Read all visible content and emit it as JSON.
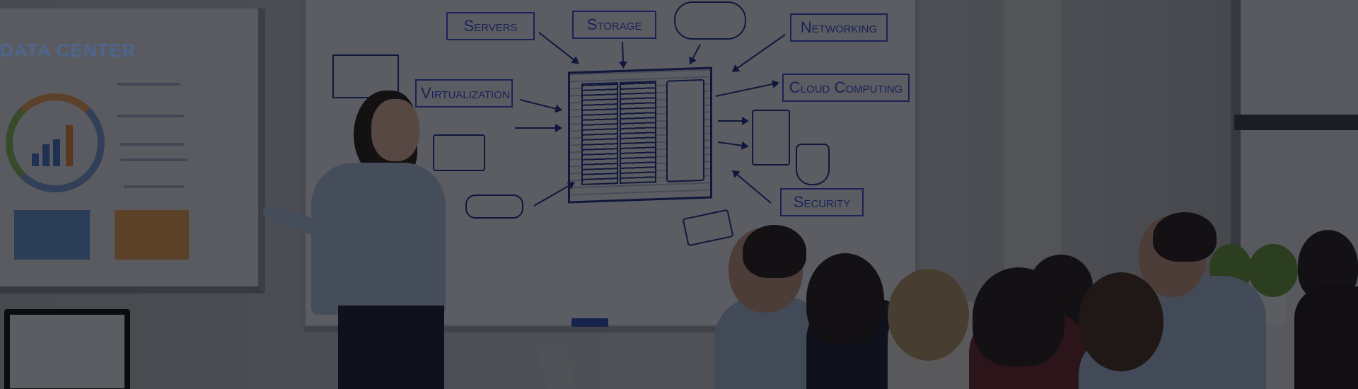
{
  "projector": {
    "title": "DATA CENTER"
  },
  "whiteboard": {
    "labels": {
      "servers": "Servers",
      "storage": "Storage",
      "networking": "Networking",
      "virtualization": "Virtualization",
      "cloud_computing": "Cloud Computing",
      "security": "Security"
    }
  },
  "colors": {
    "ink": "#22308a",
    "overlay": "rgba(8,10,16,0.64)"
  }
}
